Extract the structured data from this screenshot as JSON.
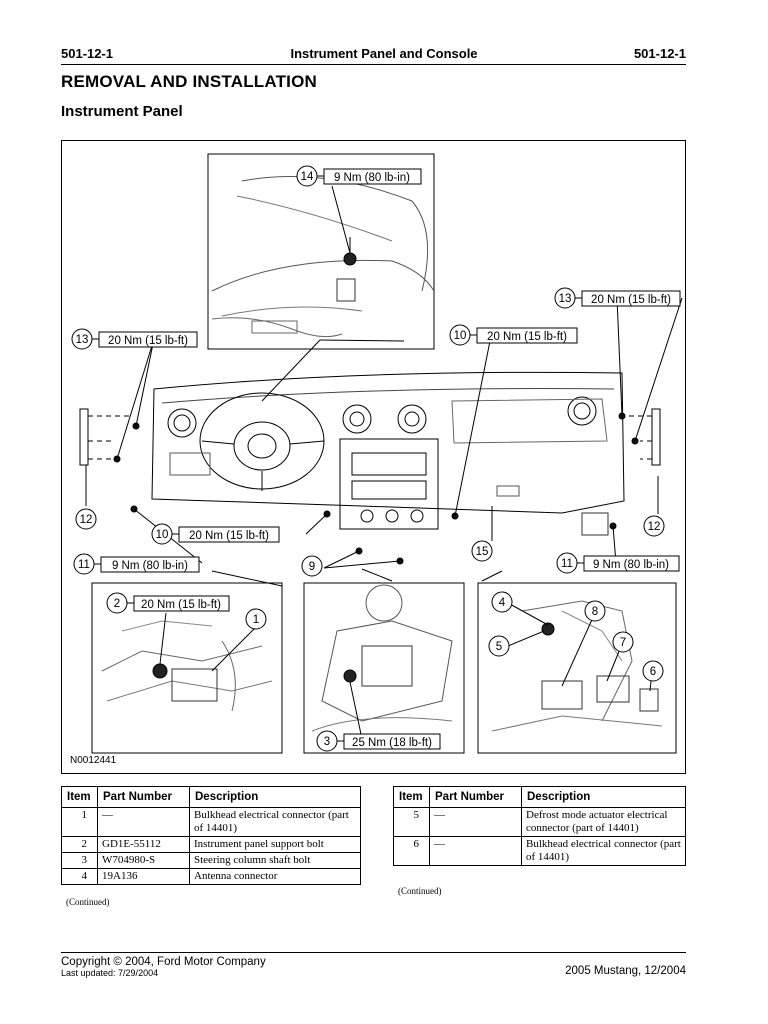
{
  "header": {
    "section_left": "501-12-1",
    "section_title": "Instrument Panel and Console",
    "section_right": "501-12-1"
  },
  "page_title": "REMOVAL AND INSTALLATION",
  "subtitle": "Instrument Panel",
  "figure": {
    "figure_id": "N0012441",
    "callouts": {
      "c14": {
        "num": "14",
        "spec": "9 Nm (80 lb-in)"
      },
      "c13_left": {
        "num": "13",
        "spec": "20 Nm (15 lb-ft)"
      },
      "c13_right": {
        "num": "13",
        "spec": "20 Nm (15 lb-ft)"
      },
      "c10_top": {
        "num": "10",
        "spec": "20 Nm (15 lb-ft)"
      },
      "c10_bottom": {
        "num": "10",
        "spec": "20 Nm (15 lb-ft)"
      },
      "c11_left": {
        "num": "11",
        "spec": "9 Nm (80 lb-in)"
      },
      "c11_right": {
        "num": "11",
        "spec": "9 Nm (80 lb-in)"
      },
      "c2": {
        "num": "2",
        "spec": "20 Nm (15 lb-ft)"
      },
      "c3": {
        "num": "3",
        "spec": "25 Nm (18 lb-ft)"
      },
      "c12_left": {
        "num": "12"
      },
      "c12_right": {
        "num": "12"
      },
      "c9": {
        "num": "9"
      },
      "c15": {
        "num": "15"
      },
      "c1": {
        "num": "1"
      },
      "c4": {
        "num": "4"
      },
      "c5": {
        "num": "5"
      },
      "c6": {
        "num": "6"
      },
      "c7": {
        "num": "7"
      },
      "c8": {
        "num": "8"
      }
    }
  },
  "table_headers": {
    "item": "Item",
    "part_number": "Part Number",
    "description": "Description"
  },
  "table_left": [
    {
      "item": "1",
      "part": "—",
      "desc": "Bulkhead electrical connector (part of 14401)"
    },
    {
      "item": "2",
      "part": "GD1E-55112",
      "desc": "Instrument panel support bolt"
    },
    {
      "item": "3",
      "part": "W704980-S",
      "desc": "Steering column shaft bolt"
    },
    {
      "item": "4",
      "part": "19A136",
      "desc": "Antenna connector"
    }
  ],
  "table_right": [
    {
      "item": "5",
      "part": "—",
      "desc": "Defrost mode actuator electrical connector (part of 14401)"
    },
    {
      "item": "6",
      "part": "—",
      "desc": "Bulkhead electrical connector (part of 14401)"
    }
  ],
  "continued": "(Continued)",
  "footer": {
    "copyright": "Copyright © 2004, Ford Motor Company",
    "updated": "Last updated: 7/29/2004",
    "model": "2005 Mustang, 12/2004"
  }
}
